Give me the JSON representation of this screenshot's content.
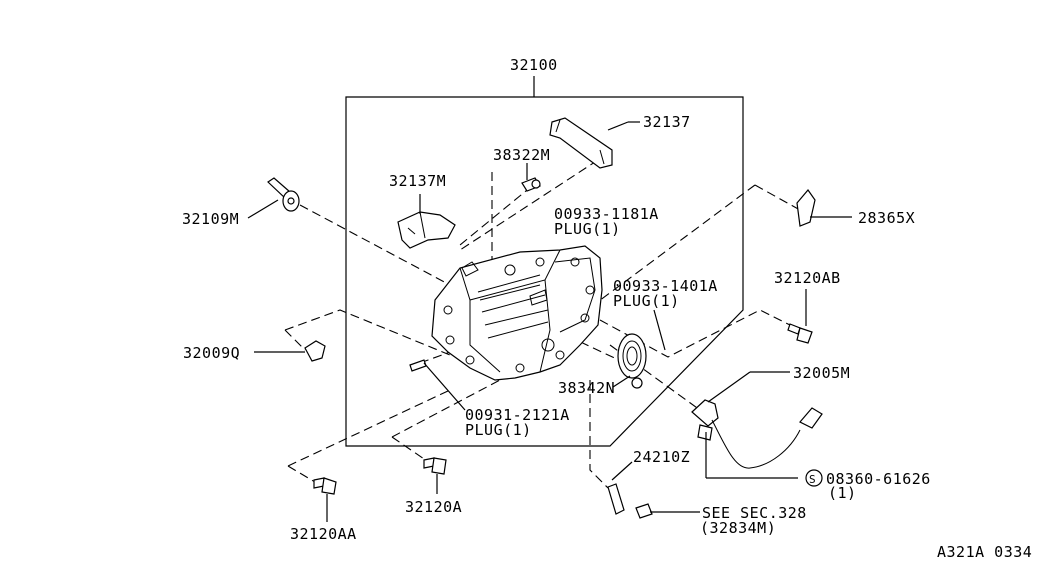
{
  "diagram": {
    "labels": {
      "main_assembly": "32100",
      "bracket": "32137",
      "breather": "38322M",
      "bracket_m": "32137M",
      "cap": "32109M",
      "plug_1181_code": "00933-1181A",
      "plug_1181_name": "PLUG(1)",
      "clip_28365": "28365X",
      "plug_1401_code": "00933-1401A",
      "plug_1401_name": "PLUG(1)",
      "bolt_ab": "32120AB",
      "clip_009q": "32009Q",
      "seal": "38342N",
      "harness": "32005M",
      "plug_2121_code": "00931-2121A",
      "plug_2121_name": "PLUG(1)",
      "bracket_24210": "24210Z",
      "screw_code": "08360-61626",
      "screw_qty": "(1)",
      "screw_symbol": "S",
      "bolt_a": "32120A",
      "bolt_aa": "32120AA",
      "see_sec": "SEE SEC.328",
      "see_sec_part": "(32834M)",
      "figure_ref": "A321A 0334"
    }
  }
}
